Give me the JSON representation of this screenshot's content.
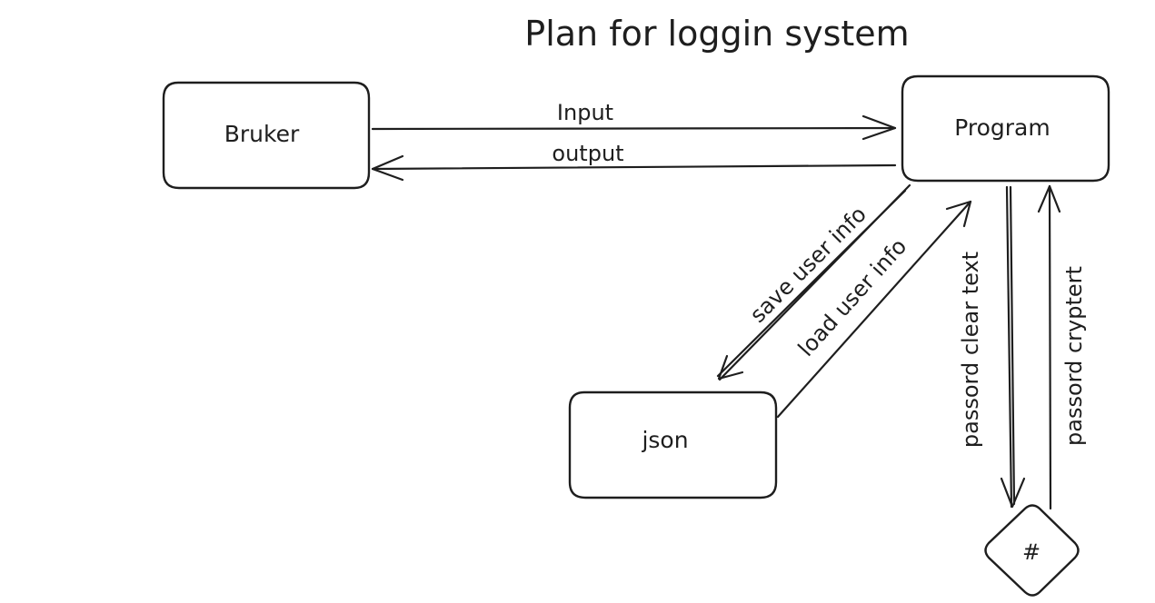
{
  "diagram": {
    "title": "Plan for loggin system",
    "nodes": {
      "bruker": "Bruker",
      "program": "Program",
      "json": "json",
      "hash": "#"
    },
    "edges": {
      "input": "Input",
      "output": "output",
      "save_user_info": "save user info",
      "load_user_info": "load user info",
      "passord_clear_text": "passord clear text",
      "passord_cryptert": "passord cryptert"
    }
  },
  "colors": {
    "stroke": "#1e1e1e",
    "background": "#ffffff"
  }
}
